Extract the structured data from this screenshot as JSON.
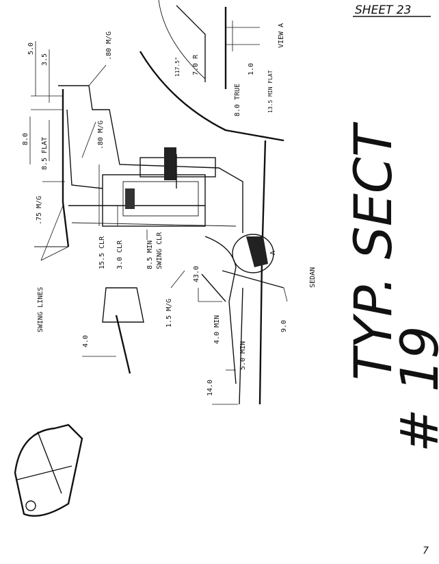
{
  "sheet_number": "SHEET 23",
  "title": "TYP. SECT",
  "section_number": "# 19",
  "body_style": "SEDAN",
  "view_label": "VIEW A",
  "detail_marker": "A",
  "page_number": "7",
  "dimensions": {
    "d_5_0": "5.0",
    "d_3_5": "3.5",
    "d_80_mg_top": ".80 M/G",
    "d_8_0": "8.0",
    "d_8_5_flat": "8.5 FLAT",
    "d_80_mg_mid": ".80 M/G",
    "d_75_mg": ".75 M/G",
    "d_15_5_clr": "15.5 CLR",
    "d_3_0_clr": "3.0 CLR",
    "d_8_5_min_swing_line1": "8.5 MIN",
    "d_8_5_min_swing_line2": "SWING CLR",
    "d_1_5_mg": "1.5 M/G",
    "d_43_0": "43.0",
    "d_4_0_min": "4.0 MIN",
    "d_5_0_min": "5.0 MIN",
    "d_14_0": "14.0",
    "d_4_0": "4.0",
    "d_9_0": "9.0",
    "d_117": "117.5°",
    "d_7_0_r": "7.0 R",
    "d_8_0_true": "8.0 TRUE",
    "d_1_0": "1.0",
    "d_13_5_min_flat": "13.5 MIN FLAT",
    "swing_lines": "SWING LINES"
  }
}
